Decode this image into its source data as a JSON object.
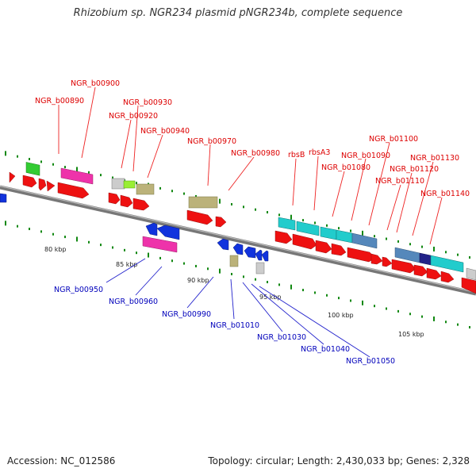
{
  "title": "Rhizobium sp. NGR234 plasmid pNGR234b, complete sequence",
  "footer": {
    "accession": "Accession: NC_012586",
    "stats": "Topology: circular; Length: 2,430,033 bp; Genes: 2,328"
  },
  "colors": {
    "upper_label": "#dd0000",
    "lower_label": "#0000bb",
    "backbone": "#888888",
    "tick": "#118811"
  },
  "kbp_ticks": [
    "80 kbp",
    "85 kbp",
    "90 kbp",
    "95 kbp",
    "100 kbp",
    "105 kbp"
  ],
  "upper_labels": [
    "NGR_b00900",
    "NGR_b00890",
    "NGR_b00930",
    "NGR_b00920",
    "NGR_b00940",
    "NGR_b00970",
    "NGR_b00980",
    "rbsB",
    "rbsA3",
    "NGR_b01090",
    "NGR_b01080",
    "NGR_b01100",
    "NGR_b01130",
    "NGR_b01120",
    "NGR_b01110",
    "NGR_b01140"
  ],
  "lower_labels": [
    "NGR_b00950",
    "NGR_b00960",
    "NGR_b00990",
    "NGR_b01010",
    "NGR_b01030",
    "NGR_b01040",
    "NGR_b01050"
  ]
}
